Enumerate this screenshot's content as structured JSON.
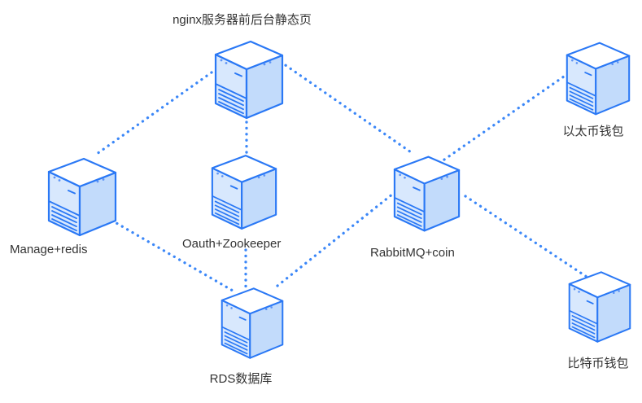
{
  "diagram": {
    "title": "",
    "colors": {
      "background": "#ffffff",
      "outline": "#2a78f5",
      "face_top": "#ffffff",
      "face_left": "#d8e8fd",
      "face_right": "#c2dbfb",
      "connection_dots": "#3b87f8",
      "label_text": "#333333"
    },
    "nodes": [
      {
        "id": "nginx",
        "label": "nginx服务器前后台静态页",
        "icon": "server-icon"
      },
      {
        "id": "manage-redis",
        "label": "Manage+redis",
        "icon": "server-icon"
      },
      {
        "id": "oauth-zookeeper",
        "label": "Oauth+Zookeeper",
        "icon": "server-icon"
      },
      {
        "id": "rabbitmq-coin",
        "label": "RabbitMQ+coin",
        "icon": "server-icon"
      },
      {
        "id": "eth-wallet",
        "label": "以太币钱包",
        "icon": "server-icon"
      },
      {
        "id": "btc-wallet",
        "label": "比特币钱包",
        "icon": "server-icon"
      },
      {
        "id": "rds-database",
        "label": "RDS数据库",
        "icon": "server-icon"
      }
    ],
    "connections": [
      {
        "from": "nginx",
        "to": "manage-redis",
        "style": "dotted"
      },
      {
        "from": "nginx",
        "to": "oauth-zookeeper",
        "style": "dotted"
      },
      {
        "from": "nginx",
        "to": "rabbitmq-coin",
        "style": "dotted"
      },
      {
        "from": "manage-redis",
        "to": "rds-database",
        "style": "dotted"
      },
      {
        "from": "oauth-zookeeper",
        "to": "rds-database",
        "style": "dotted"
      },
      {
        "from": "rds-database",
        "to": "rabbitmq-coin",
        "style": "dotted"
      },
      {
        "from": "rabbitmq-coin",
        "to": "eth-wallet",
        "style": "dotted"
      },
      {
        "from": "rabbitmq-coin",
        "to": "btc-wallet",
        "style": "dotted"
      }
    ]
  }
}
